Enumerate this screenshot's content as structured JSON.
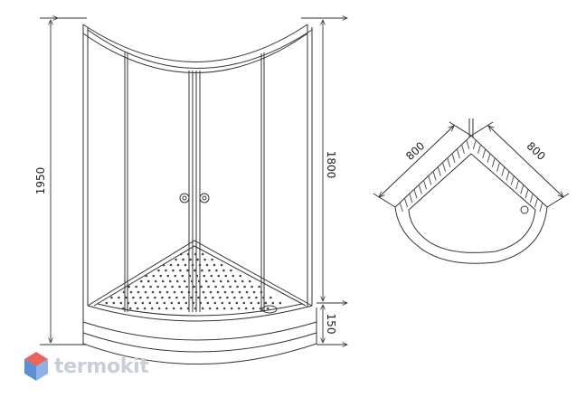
{
  "dimensions": {
    "total_height": "1950",
    "glass_height": "1800",
    "tray_height": "150",
    "side_a": "800",
    "side_b": "800"
  },
  "logo": {
    "text": "termokit",
    "colors": [
      "#e8655a",
      "#5b8fd6",
      "#c9cdd6"
    ]
  },
  "colors": {
    "line": "#333333",
    "hatch": "#555555"
  }
}
